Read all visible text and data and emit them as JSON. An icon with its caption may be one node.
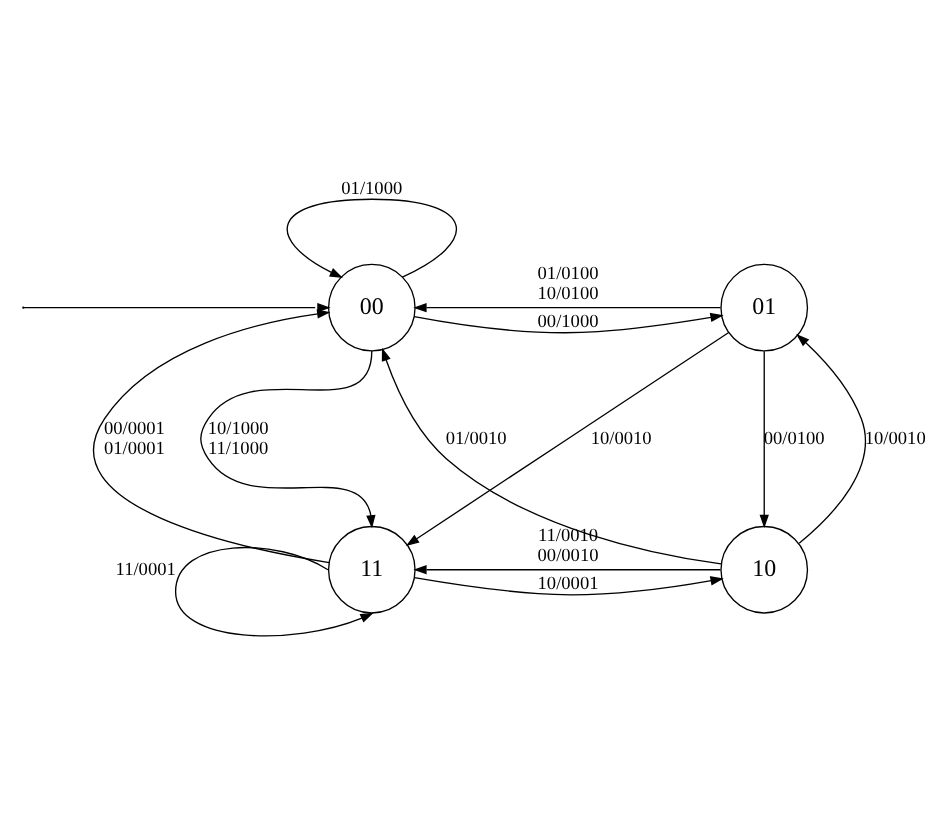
{
  "diagram": {
    "nodes": [
      {
        "text": [
          "00"
        ]
      },
      {
        "text": [
          "01"
        ]
      },
      {
        "text": [
          "11"
        ]
      },
      {
        "text": [
          "10"
        ]
      }
    ],
    "edges": [
      {
        "from": null,
        "to": 0,
        "arrow": "to"
      },
      {
        "from": 0,
        "to": 0,
        "arrow": "to",
        "label": "01/1000"
      },
      {
        "from": 0,
        "to": 1,
        "arrow": "to",
        "label": "00/1000"
      },
      {
        "from": 1,
        "to": 0,
        "arrow": "to",
        "label": "01/0100 10/0100"
      },
      {
        "from": 1,
        "to": 2,
        "arrow": "to",
        "label": "10/0010"
      },
      {
        "from": 3,
        "to": 0,
        "arrow": "to",
        "label": "01/0010"
      },
      {
        "from": 1,
        "to": 3,
        "arrow": "to",
        "label": "00/0100"
      },
      {
        "from": 3,
        "to": 1,
        "arrow": "to",
        "label": "10/0010"
      },
      {
        "from": 0,
        "to": 2,
        "arrow": "to",
        "label": "10/1000 11/1000"
      },
      {
        "from": 2,
        "to": 0,
        "arrow": "to",
        "label": "00/0001 01/0001"
      },
      {
        "from": 2,
        "to": 3,
        "arrow": "to",
        "label": "10/0001"
      },
      {
        "from": 3,
        "to": 2,
        "arrow": "to",
        "label": "11/0010 00/0010"
      },
      {
        "from": 2,
        "to": 2,
        "arrow": "to",
        "label": "11/0001"
      }
    ]
  }
}
